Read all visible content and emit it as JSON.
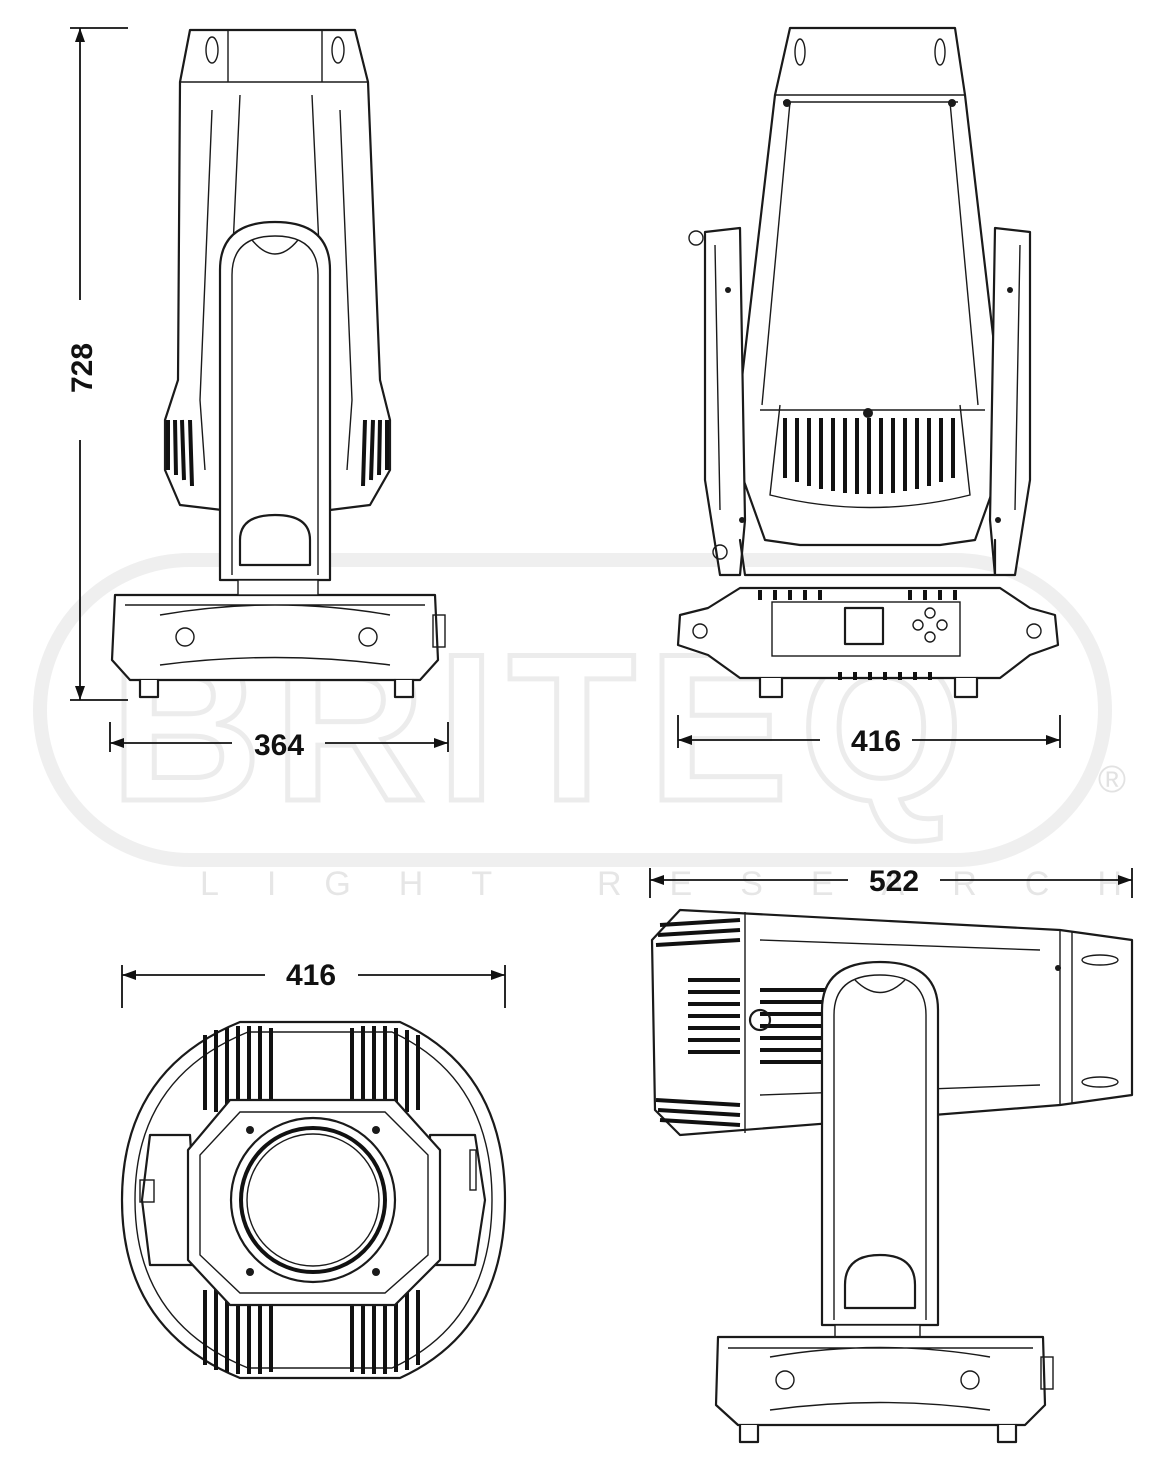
{
  "watermark": {
    "brand": "BRITEQ",
    "tagline": "LIGHT RESEARCH",
    "registered": "®"
  },
  "dimensions": {
    "front_height": "728",
    "front_width": "364",
    "side_width": "416",
    "bottom_width": "416",
    "tilted_length": "522"
  },
  "colors": {
    "line": "#1a1a1a",
    "watermark": "#ececec"
  }
}
